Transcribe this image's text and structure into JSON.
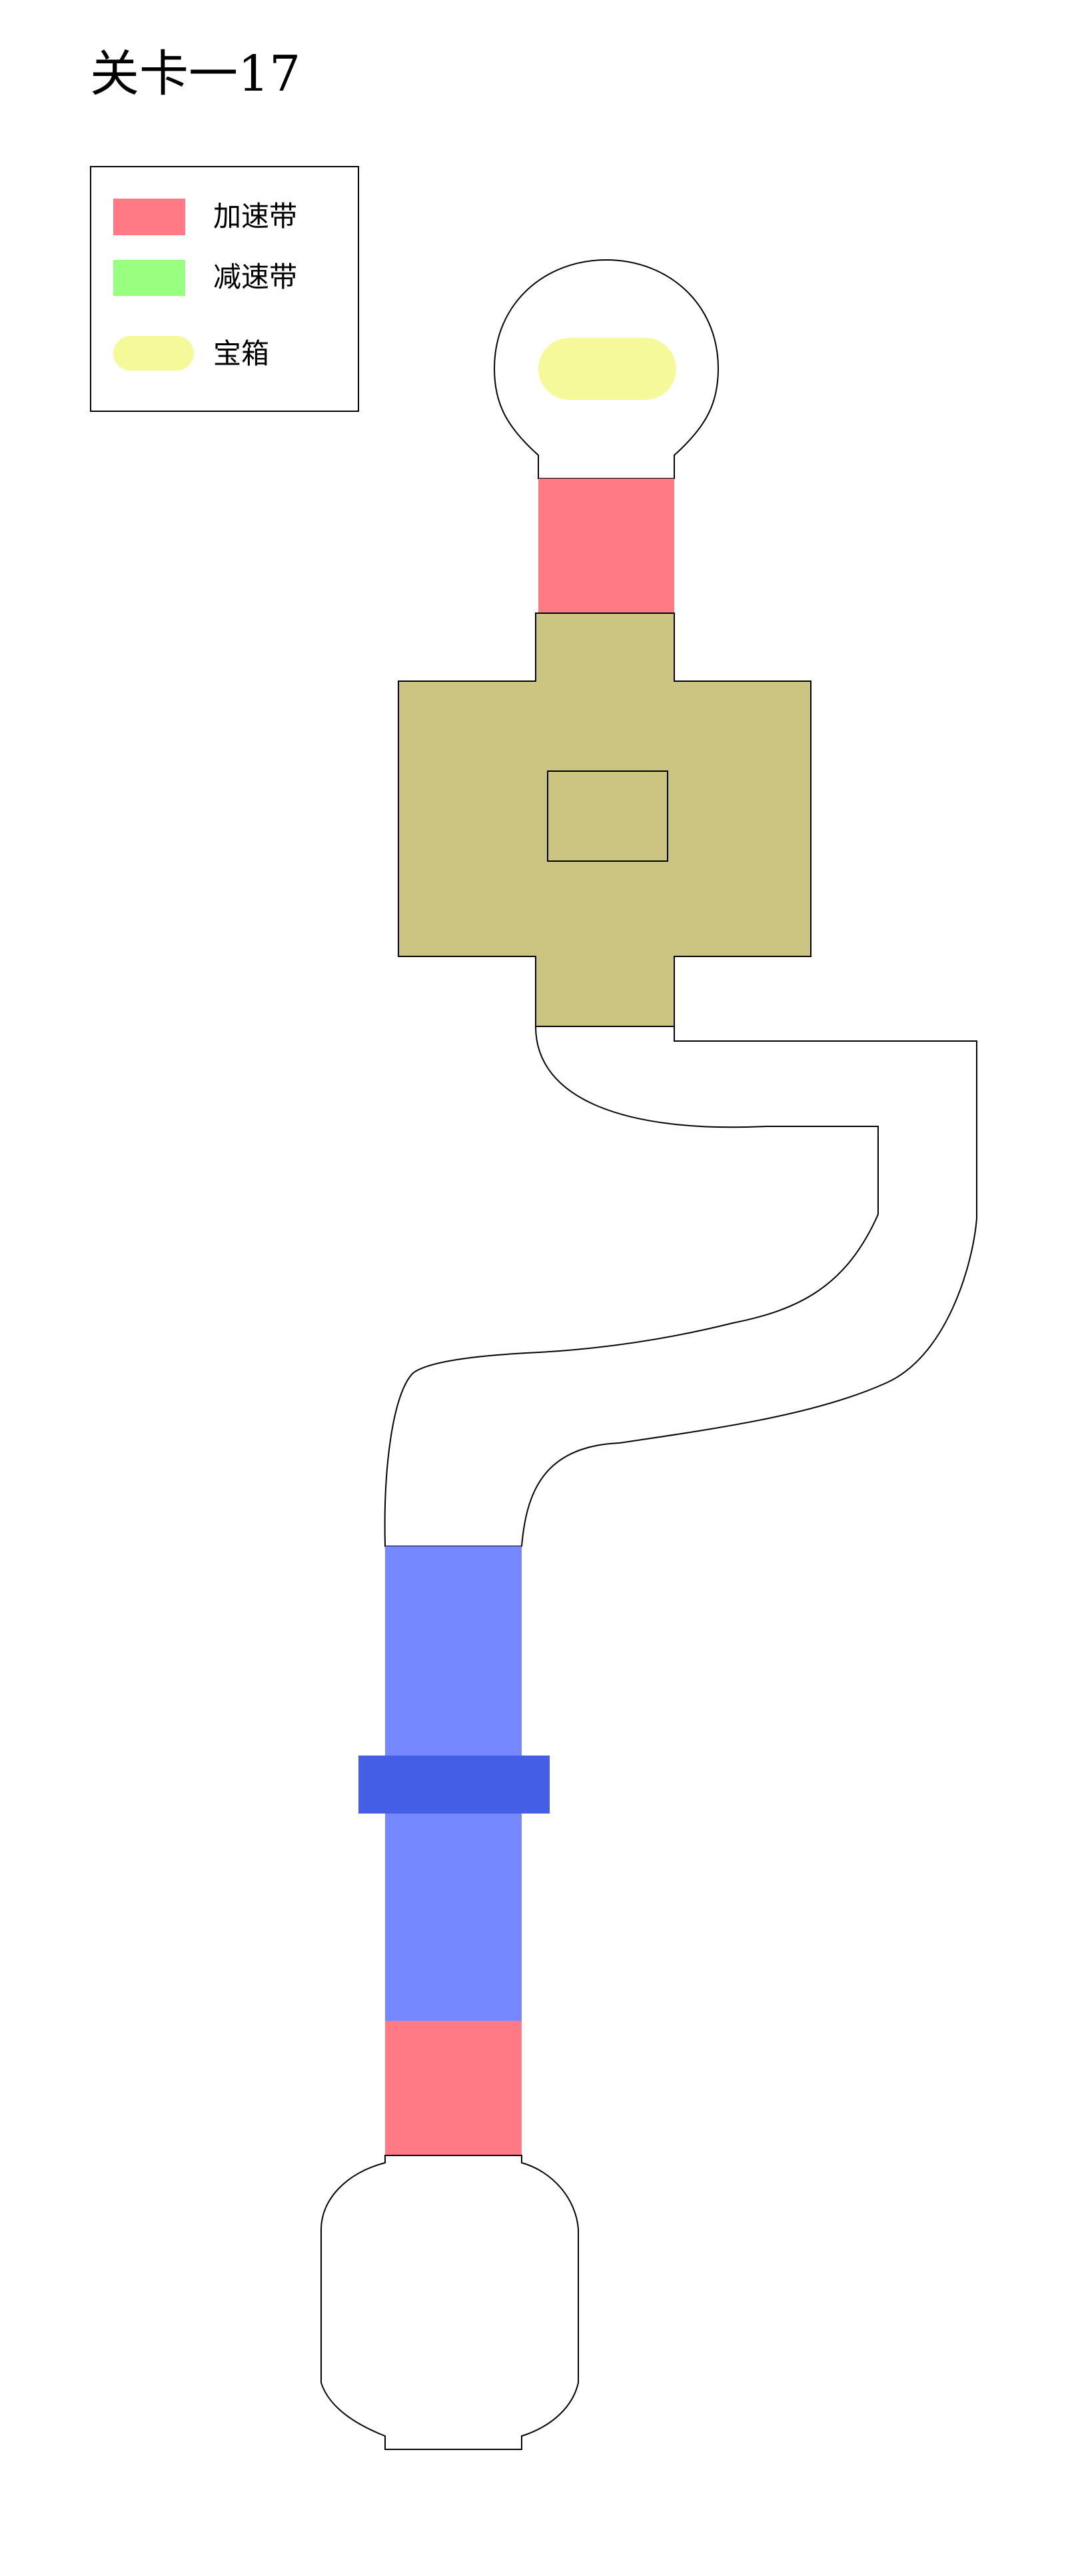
{
  "title": "关卡一17",
  "legend": {
    "items": [
      {
        "label": "加速带",
        "color": "#ff7a84",
        "shape": "rect"
      },
      {
        "label": "减速带",
        "color": "#99ff80",
        "shape": "rect"
      },
      {
        "label": "宝箱",
        "color": "#f6f99a",
        "shape": "pill"
      }
    ]
  },
  "colors": {
    "speed_up": "#ff7a84",
    "slow_down": "#99ff80",
    "treasure": "#f6f99a",
    "platform": "#cbc581",
    "water_lane": "#7688ff",
    "bridge": "#455ee6",
    "outline": "#000000",
    "floor": "#ffffff"
  }
}
